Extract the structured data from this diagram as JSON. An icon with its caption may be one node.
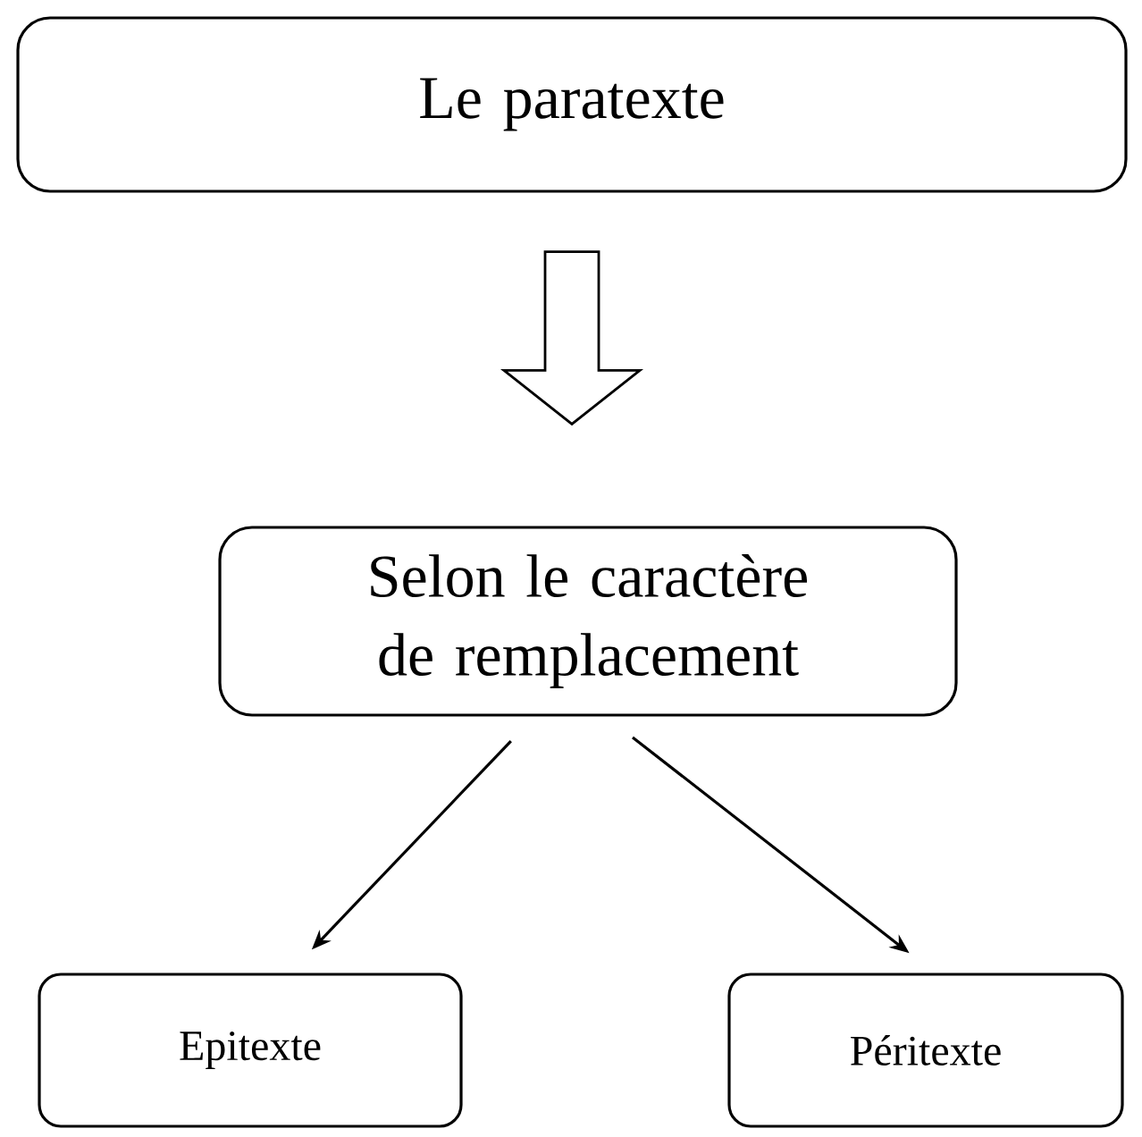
{
  "diagram": {
    "nodes": [
      {
        "text": [
          "Le paratexte"
        ]
      },
      {
        "text": [
          "Selon le caractère de remplacement"
        ]
      },
      {
        "text": [
          "Epitexte"
        ]
      },
      {
        "text": [
          "Péritexte"
        ]
      }
    ],
    "edges": [
      {
        "from": 0,
        "to": 1,
        "arrow": "to",
        "style": "thick"
      },
      {
        "from": 1,
        "to": 2,
        "arrow": "to"
      },
      {
        "from": 1,
        "to": 3,
        "arrow": "to"
      }
    ]
  }
}
